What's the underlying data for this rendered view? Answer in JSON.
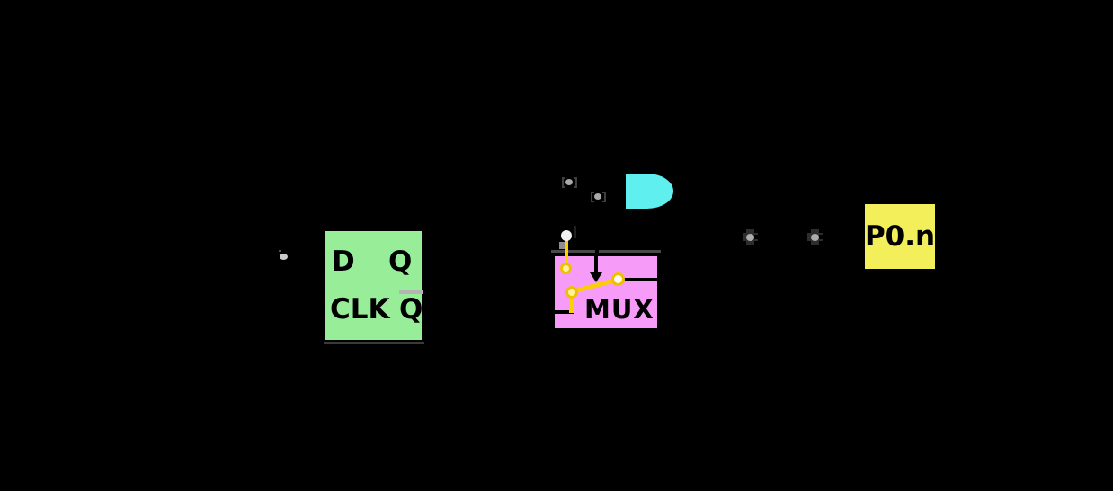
{
  "colors": {
    "background": "#000000",
    "flip_flop_fill": "#98EE98",
    "mux_fill": "#F79BF8",
    "gate_fill": "#5FEFEF",
    "pad_fill": "#F3EF5B",
    "switch_gold": "#F7CE00",
    "bus_gray": "#4A4A4A"
  },
  "flip_flop": {
    "d_label": "D",
    "q_label": "Q",
    "clk_label": "CLK",
    "qbar_label": "Q"
  },
  "mux": {
    "label": "MUX"
  },
  "pad": {
    "label": "P0.n"
  },
  "icons": {
    "gate_shape": "and-gate-icon",
    "bracket_placeholder": "broken-image-icon",
    "square_placeholder": "broken-image-icon",
    "switch": "analog-switch-icon",
    "arrow": "arrow-down-icon"
  }
}
